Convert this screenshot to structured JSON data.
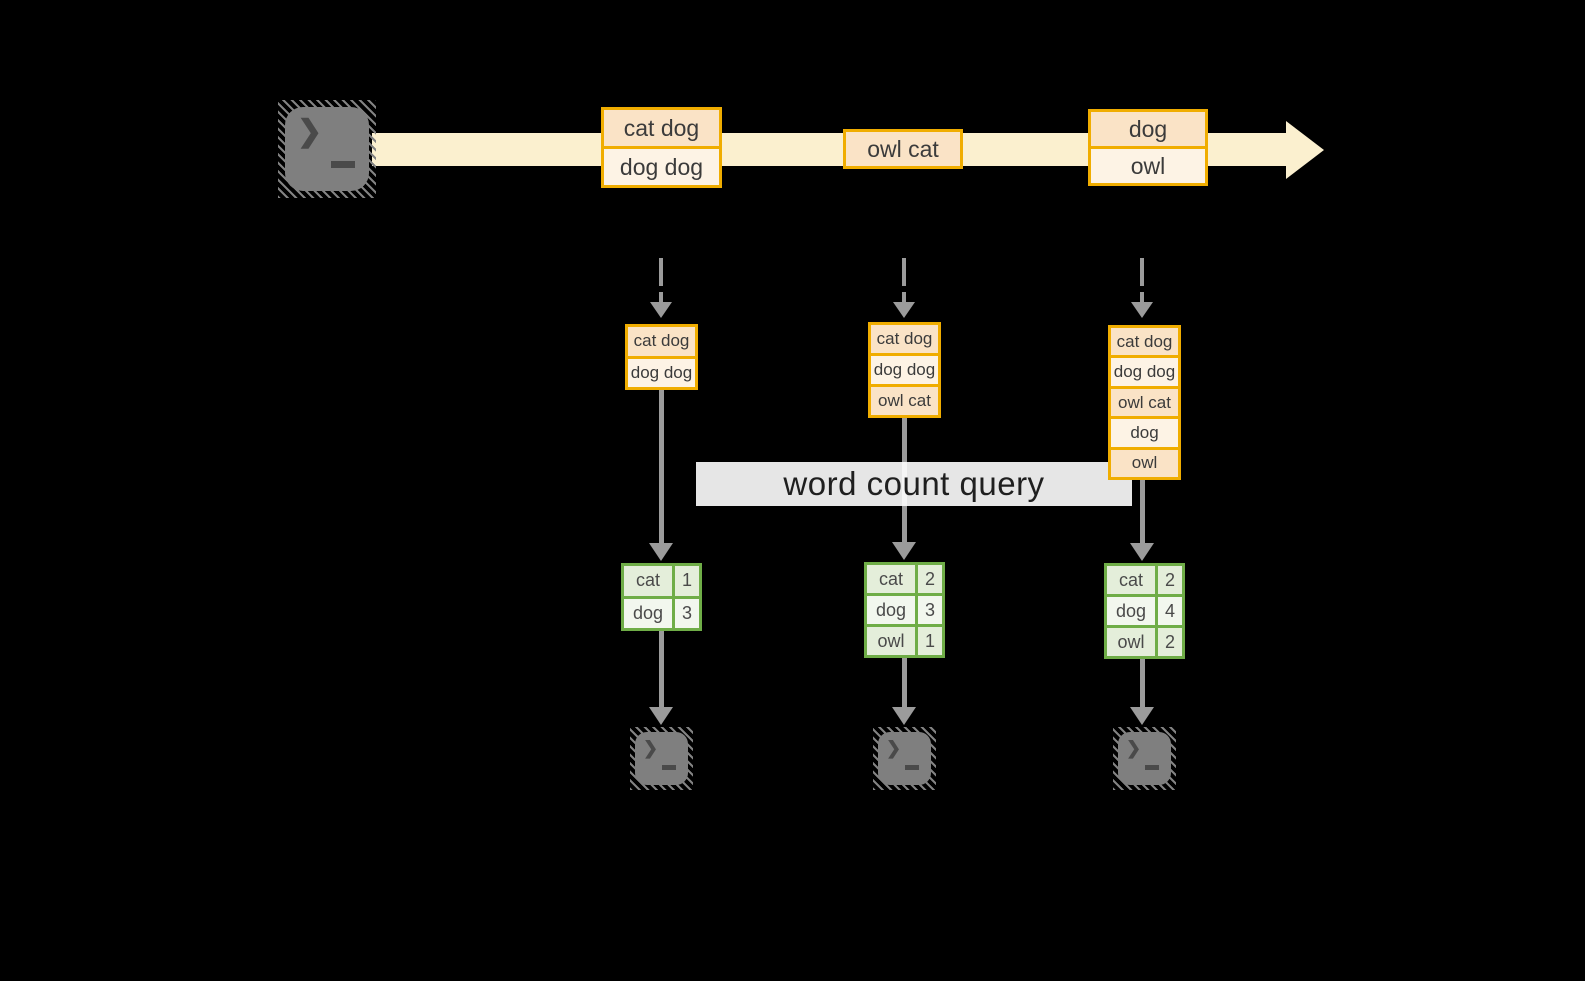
{
  "palette": {
    "background": "#000000",
    "stream_fill": "#fbf0cf",
    "record_border": "#f0ad00",
    "record_fill_dark": "#fae3c6",
    "record_fill_light": "#fdf3e5",
    "table_border": "#6fad47",
    "table_fill_dark": "#e4eeda",
    "table_fill_light": "#f2f7ee",
    "arrow_gray": "#9b9b9b",
    "terminal_gray": "#7f7f7f"
  },
  "icons": {
    "terminal_prompt": "❯"
  },
  "stream": {
    "records": [
      {
        "lines": [
          "cat dog",
          "dog dog"
        ]
      },
      {
        "lines": [
          "owl cat"
        ]
      },
      {
        "lines": [
          "dog",
          "owl"
        ]
      }
    ]
  },
  "query_label": {
    "text": "word count query"
  },
  "columns": [
    {
      "state_lines": [
        "cat dog",
        "dog dog"
      ],
      "counts": [
        {
          "word": "cat",
          "count": "1"
        },
        {
          "word": "dog",
          "count": "3"
        }
      ]
    },
    {
      "state_lines": [
        "cat dog",
        "dog dog",
        "owl cat"
      ],
      "counts": [
        {
          "word": "cat",
          "count": "2"
        },
        {
          "word": "dog",
          "count": "3"
        },
        {
          "word": "owl",
          "count": "1"
        }
      ]
    },
    {
      "state_lines": [
        "cat dog",
        "dog dog",
        "owl cat",
        "dog",
        "owl"
      ],
      "counts": [
        {
          "word": "cat",
          "count": "2"
        },
        {
          "word": "dog",
          "count": "4"
        },
        {
          "word": "owl",
          "count": "2"
        }
      ]
    }
  ]
}
